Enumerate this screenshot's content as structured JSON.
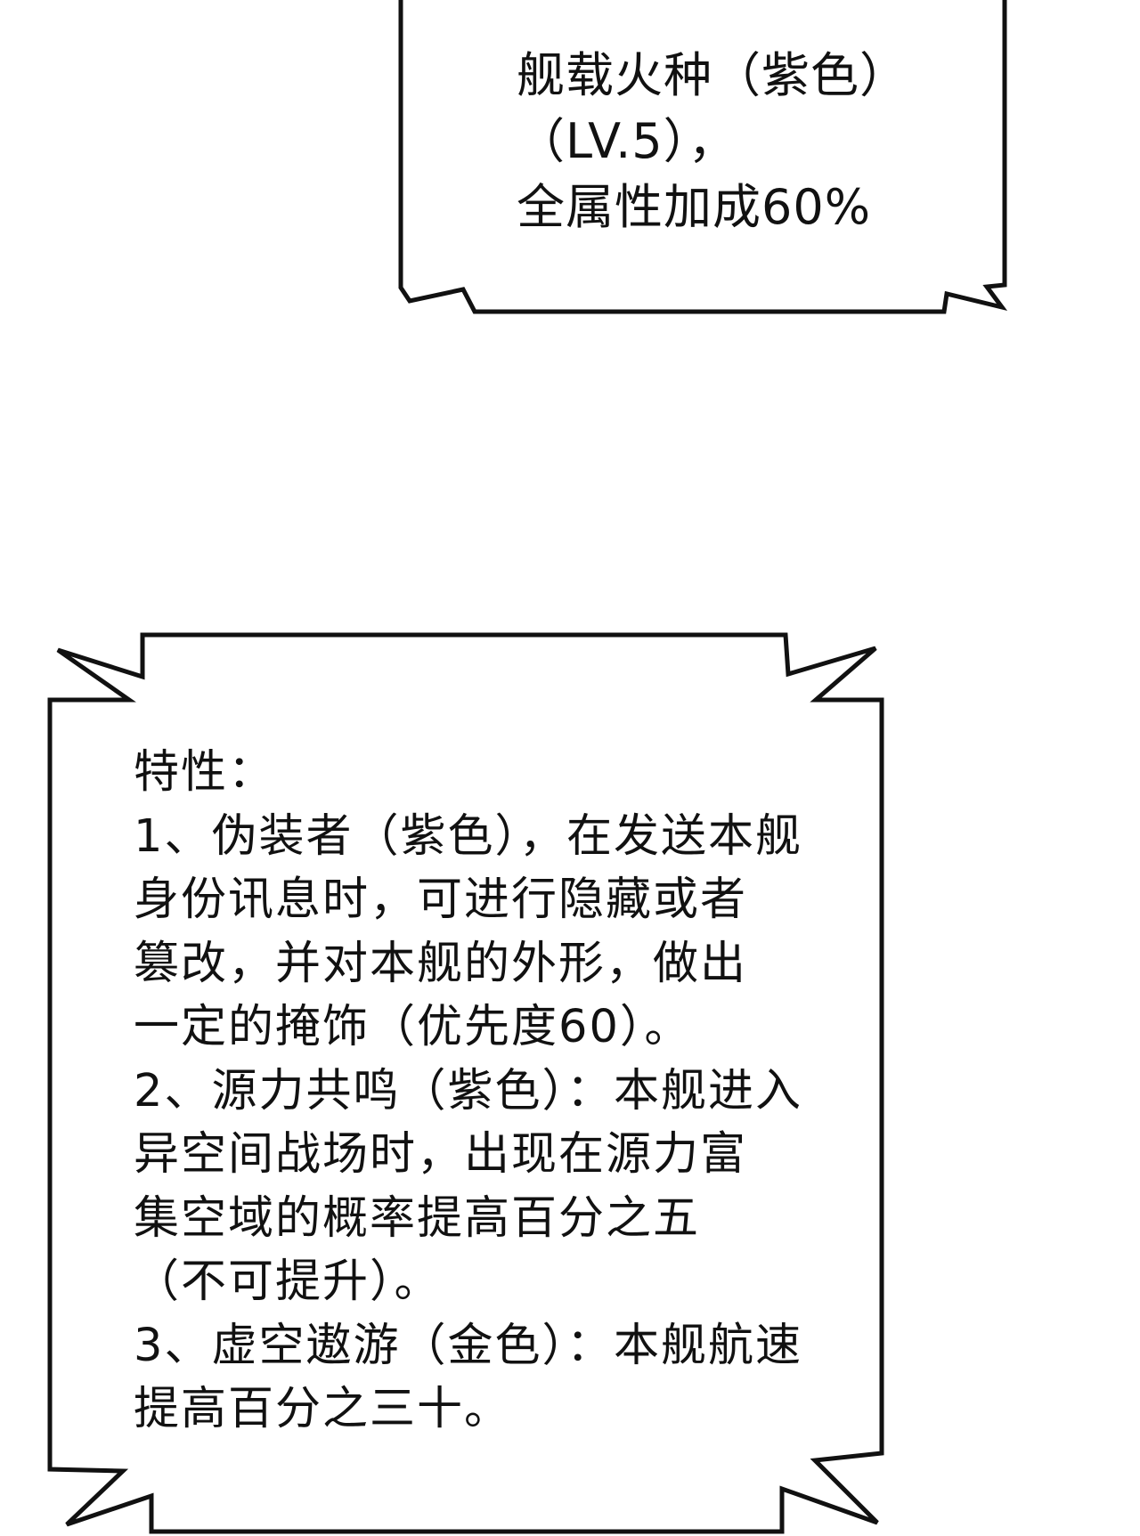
{
  "colors": {
    "background": "#ffffff",
    "outline": "#111111",
    "text": "#111111"
  },
  "bubble_top": {
    "lines": [
      "舰载火种（紫色）",
      "（LV.5），",
      "全属性加成60%"
    ]
  },
  "bubble_bottom": {
    "lines": [
      "特性：",
      "1、伪装者（紫色），在发送本舰",
      "身份讯息时，可进行隐藏或者",
      "篡改，并对本舰的外形，做出",
      "一定的掩饰（优先度60）。",
      "2、源力共鸣（紫色）：本舰进入",
      "异空间战场时，出现在源力富",
      "集空域的概率提高百分之五",
      "（不可提升）。",
      "3、虚空遨游（金色）：本舰航速",
      "提高百分之三十。"
    ]
  }
}
